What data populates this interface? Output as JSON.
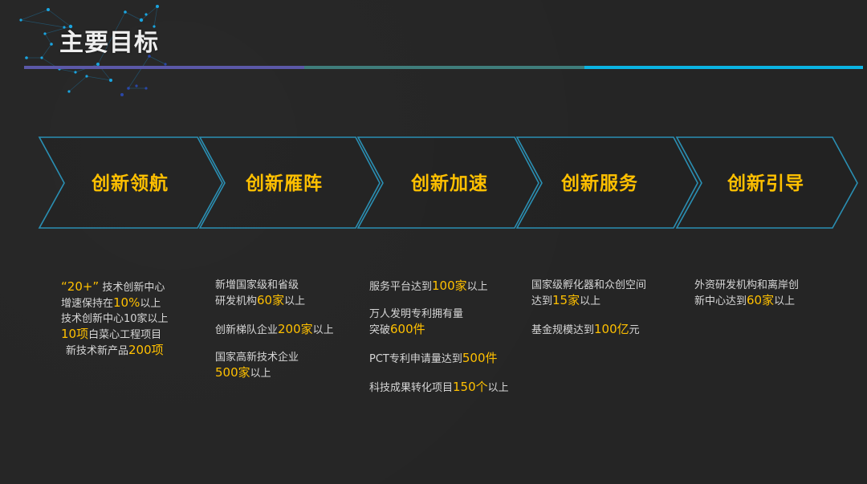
{
  "header": {
    "title": "主要目标",
    "rule_colors": [
      "#5b58a8",
      "#3f7d7b",
      "#0bb4e3"
    ],
    "decoration_icon": "network-constellation-icon"
  },
  "colors": {
    "background": "#252525",
    "chevron_stroke": "#2a8fb3",
    "label": "#ffc000",
    "text": "#d6d6d6",
    "highlight": "#ffc000"
  },
  "chevrons": [
    {
      "label": "创新领航"
    },
    {
      "label": "创新雁阵"
    },
    {
      "label": "创新加速"
    },
    {
      "label": "创新服务"
    },
    {
      "label": "创新引导"
    }
  ],
  "columns": [
    {
      "lines": [
        {
          "pre": "",
          "hl": "“20+”",
          "post": " 技术创新中心"
        },
        {
          "pre": " 增速保持在",
          "hl": "10%",
          "post": "以上"
        },
        {
          "pre": " 技术创新中心10家以上",
          "hl": "",
          "post": ""
        },
        {
          "pre": "",
          "hl": "10项",
          "post": "白菜心工程项目"
        },
        {
          "pre": "  新技术新产品",
          "hl": "200项",
          "post": ""
        }
      ]
    },
    {
      "items": [
        {
          "lines": [
            {
              "pre": "新增国家级和省级",
              "hl": "",
              "post": ""
            },
            {
              "pre": "研发机构",
              "hl": "60家",
              "post": "以上"
            }
          ]
        },
        {
          "lines": [
            {
              "pre": "创新梯队企业",
              "hl": "200家",
              "post": "以上"
            }
          ]
        },
        {
          "lines": [
            {
              "pre": "国家高新技术企业",
              "hl": "",
              "post": ""
            },
            {
              "pre": "",
              "hl": "500家",
              "post": "以上"
            }
          ]
        }
      ]
    },
    {
      "items": [
        {
          "lines": [
            {
              "pre": "服务平台达到",
              "hl": "100家",
              "post": "以上"
            }
          ]
        },
        {
          "lines": [
            {
              "pre": "万人发明专利拥有量",
              "hl": "",
              "post": ""
            },
            {
              "pre": "突破",
              "hl": "600件",
              "post": ""
            }
          ]
        },
        {
          "lines": [
            {
              "pre": "PCT专利申请量达到",
              "hl": "500件",
              "post": ""
            }
          ]
        },
        {
          "lines": [
            {
              "pre": "科技成果转化项目",
              "hl": "150个",
              "post": "以上"
            }
          ]
        }
      ]
    },
    {
      "items": [
        {
          "lines": [
            {
              "pre": "国家级孵化器和众创空间",
              "hl": "",
              "post": ""
            },
            {
              "pre": "达到",
              "hl": "15家",
              "post": "以上"
            }
          ]
        },
        {
          "lines": [
            {
              "pre": "基金规模达到",
              "hl": "100亿",
              "post": "元"
            }
          ]
        }
      ]
    },
    {
      "items": [
        {
          "lines": [
            {
              "pre": "外资研发机构和离岸创",
              "hl": "",
              "post": ""
            },
            {
              "pre": "新中心达到",
              "hl": "60家",
              "post": "以上"
            }
          ]
        }
      ]
    }
  ]
}
